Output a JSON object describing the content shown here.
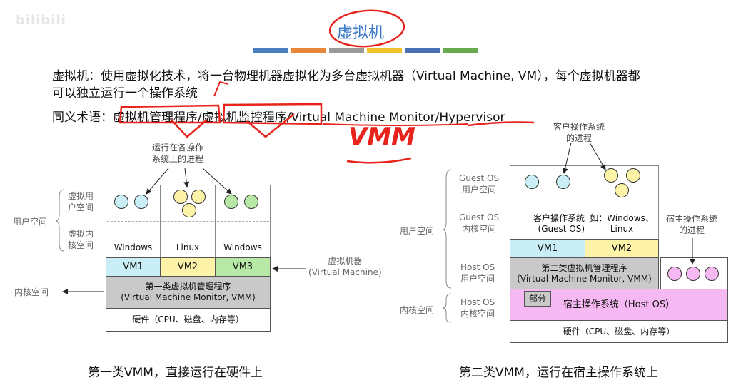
{
  "watermark": "bilibili",
  "title": "虚拟机",
  "colors": {
    "title": "#3a78c9",
    "bar": [
      "#4a7fc1",
      "#e8873a",
      "#9a9a9a",
      "#f2c12e",
      "#4a6fb5",
      "#6aa84f"
    ],
    "vm1": "#c9eef6",
    "vm2": "#fdf3a8",
    "vm3": "#b7e8a6",
    "hypervisor": "#c9c9c9",
    "host_os": "#f5b8f2",
    "annotation": "#e8231c"
  },
  "definition": {
    "line1": "虚拟机：使用虚拟化技术，将一台物理机器虚拟化为多台虚拟机器（Virtual Machine, VM），每个虚拟机器都",
    "line2": "可以独立运行一个操作系统",
    "synonyms_prefix": "同义术语：",
    "synonyms_term1": "虚拟机管理程序",
    "synonyms_sep1": "/",
    "synonyms_term2": "虚拟机监控程序",
    "synonyms_rest": "/Virtual Machine Monitor/",
    "synonyms_term3": "Hypervisor",
    "handwritten": "VMM"
  },
  "type1": {
    "process_label_l1": "运行在各操作",
    "process_label_l2": "系统上的进程",
    "user_space_label": "用户空间",
    "user_space_sub_l1": "虚拟用",
    "user_space_sub_l2": "户空间",
    "kernel_sub_l1": "虚拟内",
    "kernel_sub_l2": "核空间",
    "os": [
      "Windows",
      "Linux",
      "Windows"
    ],
    "vms": [
      "VM1",
      "VM2",
      "VM3"
    ],
    "vm_label_l1": "虚拟机器",
    "vm_label_l2": "(Virtual Machine)",
    "kernel_space_label": "内核空间",
    "hypervisor_l1": "第一类虚拟机管理程序",
    "hypervisor_l2": "(Virtual Machine Monitor, VMM)",
    "hardware": "硬件（CPU、磁盘、内存等）",
    "caption": "第一类VMM，直接运行在硬件上"
  },
  "type2": {
    "guest_process_l1": "客户操作系统",
    "guest_process_l2": "的进程",
    "guest_os_user_l1": "Guest OS",
    "guest_os_user_l2": "用户空间",
    "guest_os_kernel_l1": "Guest OS",
    "guest_os_kernel_l2": "内核空间",
    "user_space_label": "用户空间",
    "guest_os_box_l1": "客户操作系统",
    "guest_os_box_l2": "(Guest OS)",
    "example_os_l1": "如：Windows、",
    "example_os_l2": "Linux",
    "host_process_l1": "宿主操作系统",
    "host_process_l2": "的进程",
    "vms": [
      "VM1",
      "VM2"
    ],
    "host_os_user_l1": "Host OS",
    "host_os_user_l2": "用户空间",
    "hypervisor_l1": "第二类虚拟机管理程序",
    "hypervisor_l2": "(Virtual Machine Monitor, VMM)",
    "kernel_space_label": "内核空间",
    "host_os_kernel_l1": "Host OS",
    "host_os_kernel_l2": "内核空间",
    "part_label": "部分",
    "host_os_box": "宿主操作系统（Host OS）",
    "hardware": "硬件（CPU、磁盘、内存等）",
    "caption": "第二类VMM，运行在宿主操作系统上"
  }
}
